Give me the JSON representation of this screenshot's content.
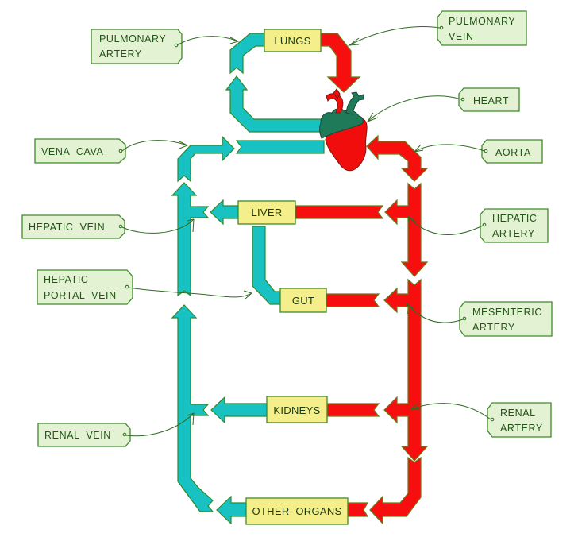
{
  "diagram": {
    "type": "circulatory-system-flow",
    "colors": {
      "deoxygenated_vessel": "#19c2c2",
      "oxygenated_vessel": "#f70f0f",
      "organ_box": "#f4ef8a",
      "label_tag": "#e3f2d3",
      "outline": "#3f8a2a",
      "heart_atria": "#1f7a5a",
      "heart_ventricles": "#f20d0d"
    },
    "organs": {
      "lungs": "LUNGS",
      "liver": "LIVER",
      "gut": "GUT",
      "kidneys": "KIDNEYS",
      "other_organs": "OTHER  ORGANS"
    },
    "labels": {
      "pulmonary_artery": [
        "PULMONARY",
        "ARTERY"
      ],
      "pulmonary_vein": [
        "PULMONARY",
        "VEIN"
      ],
      "heart": [
        "HEART"
      ],
      "vena_cava": [
        "VENA  CAVA"
      ],
      "aorta": [
        "AORTA"
      ],
      "hepatic_vein": [
        "HEPATIC  VEIN"
      ],
      "hepatic_artery": [
        "HEPATIC",
        "ARTERY"
      ],
      "hepatic_portal_vein": [
        "HEPATIC",
        "PORTAL  VEIN"
      ],
      "mesenteric_artery": [
        "MESENTERIC",
        "ARTERY"
      ],
      "renal_vein": [
        "RENAL  VEIN"
      ],
      "renal_artery": [
        "RENAL",
        "ARTERY"
      ]
    },
    "icons": {
      "heart": "heart-organ-icon"
    }
  }
}
